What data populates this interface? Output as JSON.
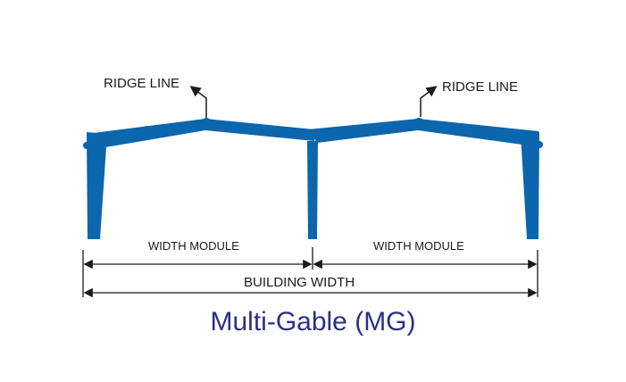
{
  "diagram": {
    "title": "Multi-Gable (MG)",
    "labels": {
      "ridge_left": "RIDGE LINE",
      "ridge_right": "RIDGE LINE",
      "width_module_left": "WIDTH MODULE",
      "width_module_right": "WIDTH MODULE",
      "building_width": "BUILDING WIDTH"
    },
    "colors": {
      "frame": "#0b66ad",
      "title": "#2b3087",
      "line": "#1a1a1a"
    }
  }
}
